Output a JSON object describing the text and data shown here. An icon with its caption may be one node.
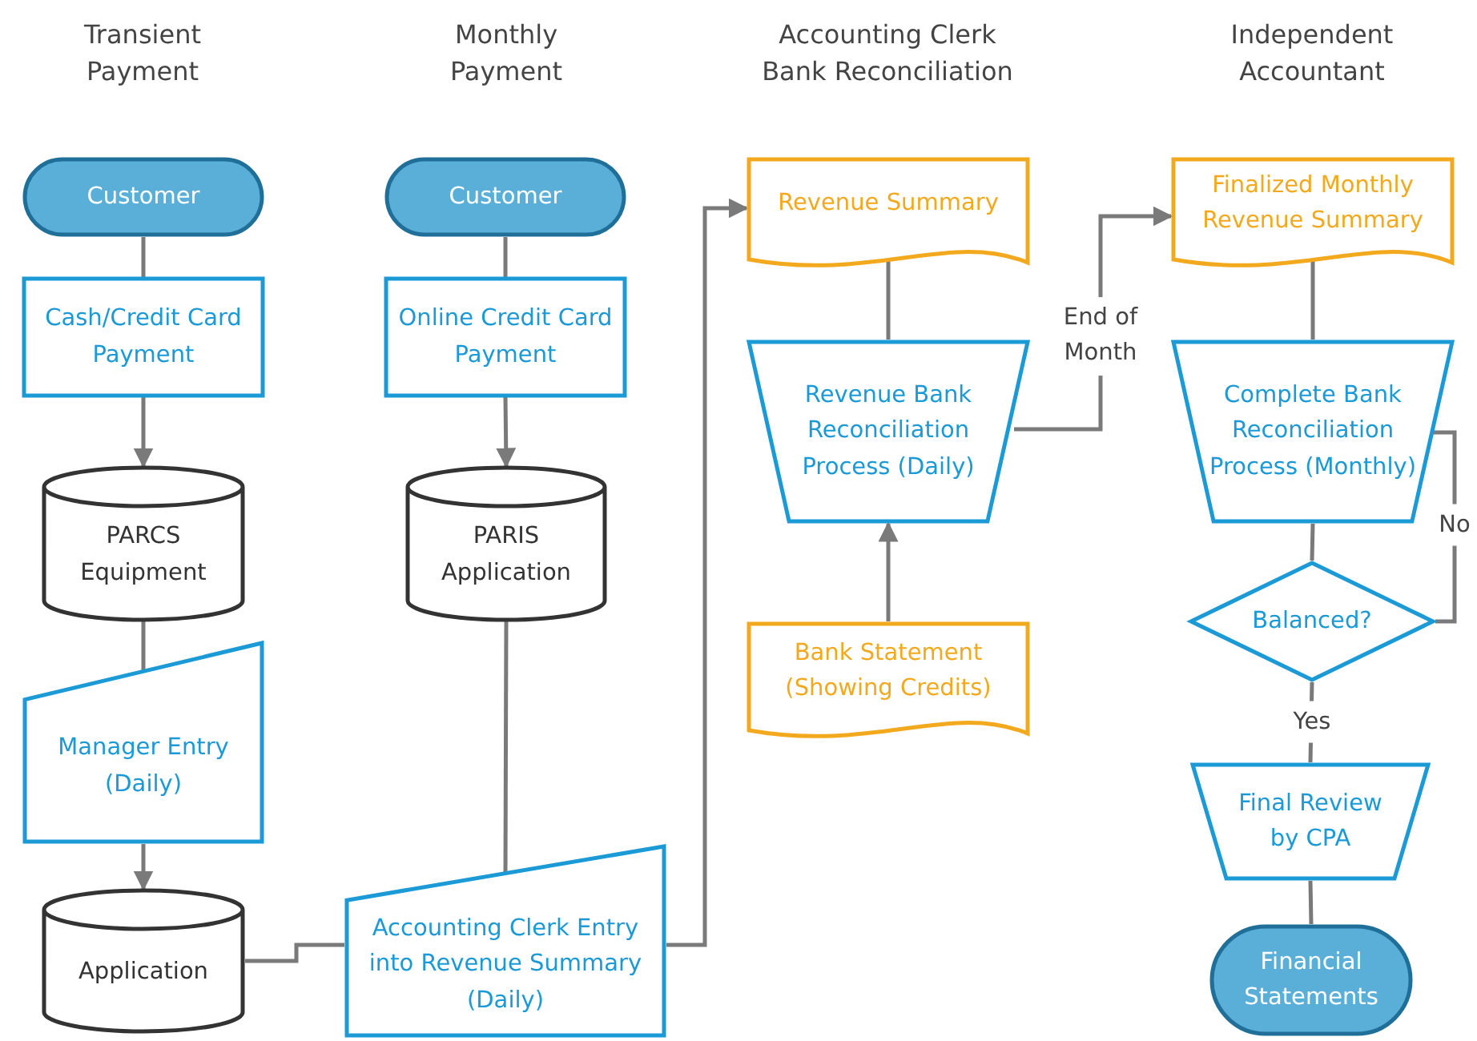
{
  "diagram": {
    "nodes": [
      {
        "text": [
          "Customer"
        ]
      },
      {
        "text": [
          "Cash/Credit Card Payment"
        ]
      },
      {
        "text": [
          "PARCS Equipment"
        ]
      },
      {
        "text": [
          "Manager Entry (Daily)"
        ]
      },
      {
        "text": [
          "Application"
        ]
      },
      {
        "text": [
          "Customer"
        ]
      },
      {
        "text": [
          "Online Credit Card Payment"
        ]
      },
      {
        "text": [
          "PARIS Application"
        ]
      },
      {
        "text": [
          "Accounting Clerk Entry into Revenue Summary (Daily)"
        ]
      },
      {
        "text": [
          "Revenue Summary"
        ]
      },
      {
        "text": [
          "Revenue Bank Reconciliation Process (Daily)"
        ]
      },
      {
        "text": [
          "Bank Statement (Showing Credits)"
        ]
      },
      {
        "text": [
          "Finalized Monthly Revenue Summary"
        ]
      },
      {
        "text": [
          "Complete Bank Reconciliation Process (Monthly)"
        ]
      },
      {
        "text": [
          "Balanced?"
        ]
      },
      {
        "text": [
          "Final Review by CPA"
        ]
      },
      {
        "text": [
          "Financial Statements"
        ]
      }
    ],
    "edges": [
      {
        "from": 0,
        "to": 1,
        "arrow": "none"
      },
      {
        "from": 1,
        "to": 2,
        "arrow": "to"
      },
      {
        "from": 2,
        "to": 3,
        "arrow": "none"
      },
      {
        "from": 3,
        "to": 4,
        "arrow": "to"
      },
      {
        "from": 5,
        "to": 6,
        "arrow": "none"
      },
      {
        "from": 6,
        "to": 7,
        "arrow": "to"
      },
      {
        "from": 7,
        "to": 8,
        "arrow": "none"
      },
      {
        "from": 4,
        "to": 8,
        "arrow": "none"
      },
      {
        "from": 8,
        "to": 9,
        "arrow": "to"
      },
      {
        "from": 9,
        "to": 10,
        "arrow": "none"
      },
      {
        "from": 11,
        "to": 10,
        "arrow": "to"
      },
      {
        "from": 10,
        "to": 12,
        "arrow": "to",
        "label": "End of Month"
      },
      {
        "from": 12,
        "to": 13,
        "arrow": "none"
      },
      {
        "from": 13,
        "to": 14,
        "arrow": "none"
      },
      {
        "from": 14,
        "to": 13,
        "arrow": "none",
        "label": "No"
      },
      {
        "from": 14,
        "to": 15,
        "arrow": "none",
        "label": "Yes"
      },
      {
        "from": 15,
        "to": 16,
        "arrow": "none"
      }
    ],
    "labels": [
      "Transient Payment",
      "Monthly Payment",
      "Accounting Clerk Bank Reconciliation",
      "Independent Accountant"
    ]
  }
}
